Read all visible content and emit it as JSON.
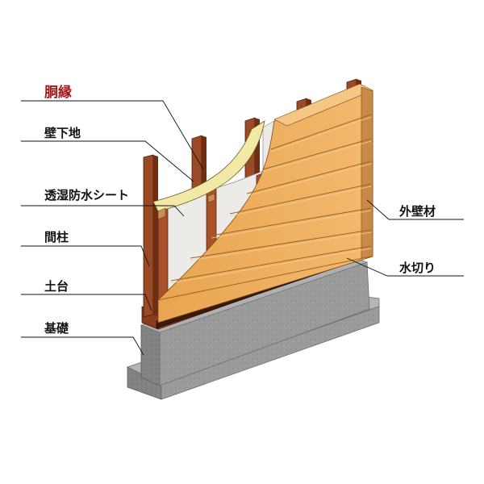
{
  "labels": {
    "dobuchi": "胴縁",
    "kabe_shitaji": "壁下地",
    "toushitsu_bousui_sheet": "透湿防水シート",
    "mabashira": "間柱",
    "dodai": "土台",
    "kiso": "基礎",
    "gaiheki_zai": "外壁材",
    "mizukiri": "水切り"
  },
  "colors": {
    "highlight_label": "#a0181b",
    "label": "#111111",
    "siding_light": "#f0b060",
    "siding_dark": "#cf8a3c",
    "stud": "#a8512b",
    "stud_shadow": "#6e2e14",
    "sheet": "#ecebe8",
    "yellow_board": "#f2e9a6",
    "flashing": "#3a1a0c",
    "concrete": "#9a9a9a",
    "concrete_dark": "#7f7f7f",
    "concrete_light": "#b3b3b3"
  }
}
